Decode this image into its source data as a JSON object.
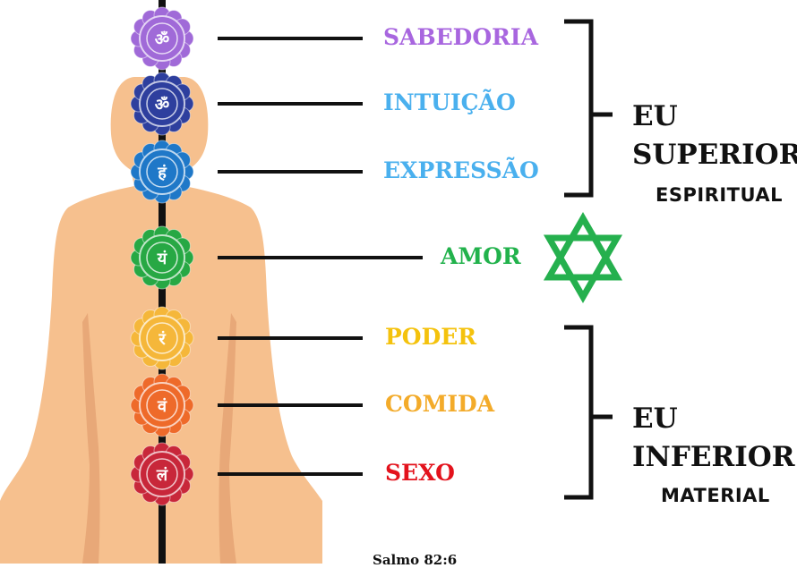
{
  "chakras": [
    {
      "label": "SABEDORIA",
      "symbol": "ॐ",
      "color": "#a06ad8",
      "label_color": "#a866df"
    },
    {
      "label": "INTUIÇÃO",
      "symbol": "ॐ",
      "color": "#2e3f9e",
      "label_color": "#4ab0ee"
    },
    {
      "label": "EXPRESSÃO",
      "symbol": "हं",
      "color": "#1f78c8",
      "label_color": "#4ab0ee"
    },
    {
      "label": "AMOR",
      "symbol": "यं",
      "color": "#27a844",
      "label_color": "#22b24c"
    },
    {
      "label": "PODER",
      "symbol": "रं",
      "color": "#f5b73a",
      "label_color": "#f4c20d"
    },
    {
      "label": "COMIDA",
      "symbol": "वं",
      "color": "#ee6a2a",
      "label_color": "#f3ab2a"
    },
    {
      "label": "SEXO",
      "symbol": "लं",
      "color": "#c8273a",
      "label_color": "#e3121c"
    }
  ],
  "upper": {
    "line1": "EU",
    "line2": "SUPERIOR",
    "line3": "ESPIRITUAL"
  },
  "lower": {
    "line1": "EU",
    "line2": "INFERIOR",
    "line3": "MATERIAL"
  },
  "star_color": "#25b04e",
  "body_color": "#f6c08e",
  "caption": "Salmo 82:6"
}
